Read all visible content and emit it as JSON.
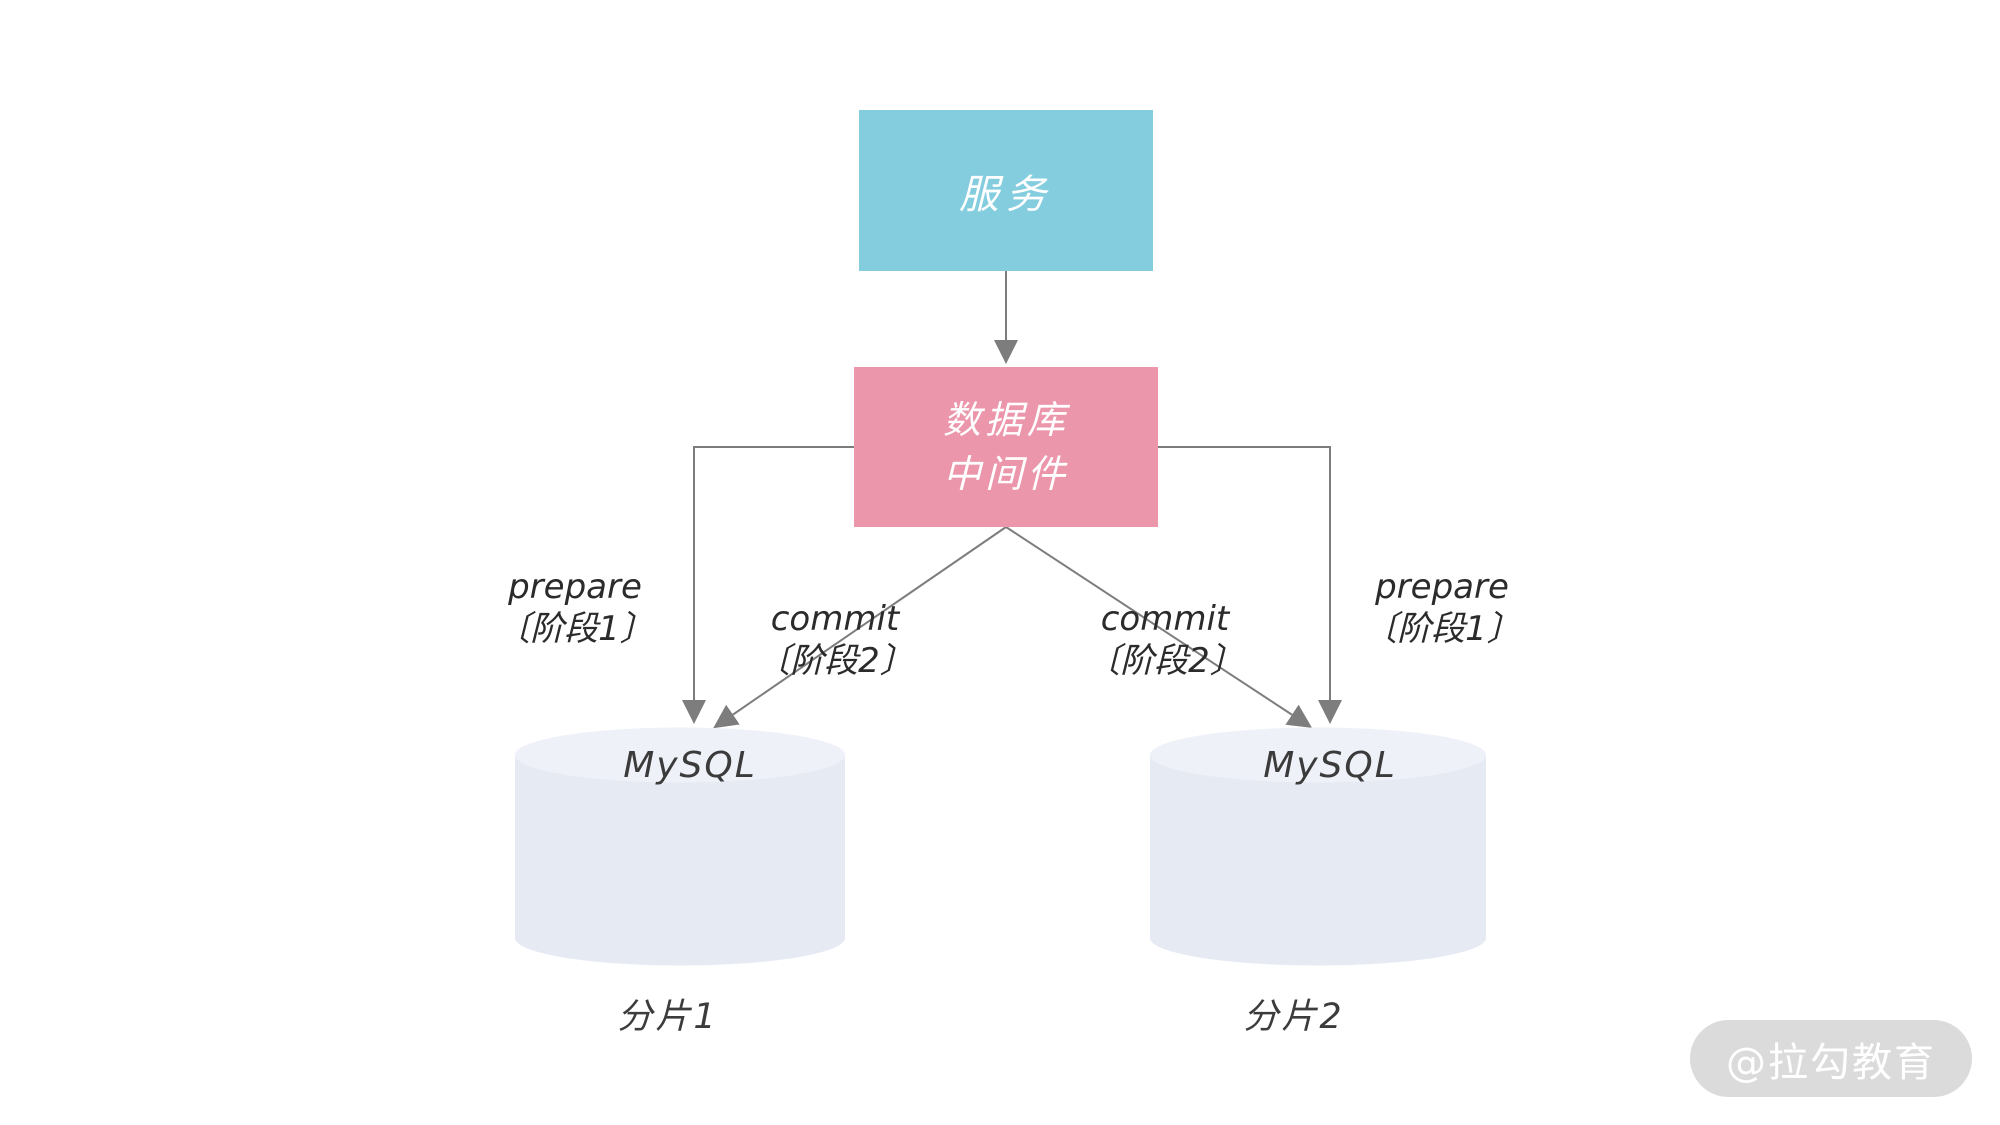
{
  "diagram": {
    "nodes": {
      "service": {
        "label": "服务"
      },
      "middleware": {
        "label_line1": "数据库",
        "label_line2": "中间件"
      },
      "shard1": {
        "db_label": "MySQL",
        "caption": "分片1"
      },
      "shard2": {
        "db_label": "MySQL",
        "caption": "分片2"
      }
    },
    "edge_labels": {
      "left_prepare": {
        "line1": "prepare",
        "line2": "〔阶段1〕"
      },
      "left_commit": {
        "line1": "commit",
        "line2": "〔阶段2〕"
      },
      "right_commit": {
        "line1": "commit",
        "line2": "〔阶段2〕"
      },
      "right_prepare": {
        "line1": "prepare",
        "line2": "〔阶段1〕"
      }
    },
    "colors": {
      "service_box": "#84cdde",
      "middleware_box": "#ec96ab",
      "connector": "#7d7d7d",
      "cylinder_body": "#e6eaf3",
      "cylinder_top": "#eef1f8",
      "watermark_bg": "#dbdbdb"
    }
  },
  "watermark": {
    "text": "@拉勾教育"
  }
}
